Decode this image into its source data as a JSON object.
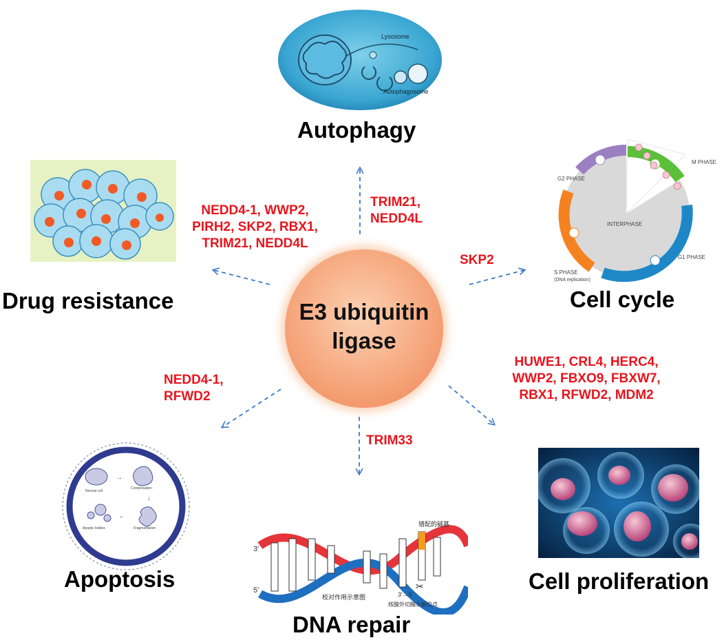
{
  "center": {
    "label": "E3 ubiquitin\nligase"
  },
  "nodes": {
    "autophagy": {
      "title": "Autophagy",
      "genes": "TRIM21,\nNEDD4L",
      "image_labels": {
        "lysosome": "Lysosome",
        "autophagosome": "Autophagosome"
      }
    },
    "drug_resistance": {
      "title": "Drug resistance",
      "genes": "NEDD4-1, WWP2,\nPIRH2, SKP2, RBX1,\nTRIM21, NEDD4L"
    },
    "cell_cycle": {
      "title": "Cell cycle",
      "genes": "SKP2",
      "image_labels": {
        "g2": "G2 PHASE",
        "m": "M PHASE",
        "interphase": "INTERPHASE",
        "g1": "G1 PHASE",
        "s": "S PHASE",
        "s_sub": "(DNA replication)"
      }
    },
    "cell_proliferation": {
      "title": "Cell proliferation",
      "genes": "HUWE1, CRL4, HERC4,\nWWP2, FBXO9, FBXW7,\nRBX1, RFWD2, MDM2"
    },
    "dna_repair": {
      "title": "DNA repair",
      "genes": "TRIM33",
      "image_labels": {
        "top_cn": "错配的碱基",
        "bottom_cn1": "校对作用示意图",
        "bottom_cn2": "核酸外切酶水解位点",
        "five_prime": "5'",
        "three_prime": "3'",
        "arrow": "3'→5'"
      }
    },
    "apoptosis": {
      "title": "Apoptosis",
      "genes": "NEDD4-1,\nRFWD2",
      "image_labels": {
        "normal": "Normal cell",
        "condensation": "Condensation",
        "bodies": "Apoptic bodies",
        "fragmentation": "Fragmentation"
      }
    }
  },
  "colors": {
    "gene_text": "#e8141c",
    "arrow": "#3b78c9",
    "center_fill": "#f6a77d"
  }
}
